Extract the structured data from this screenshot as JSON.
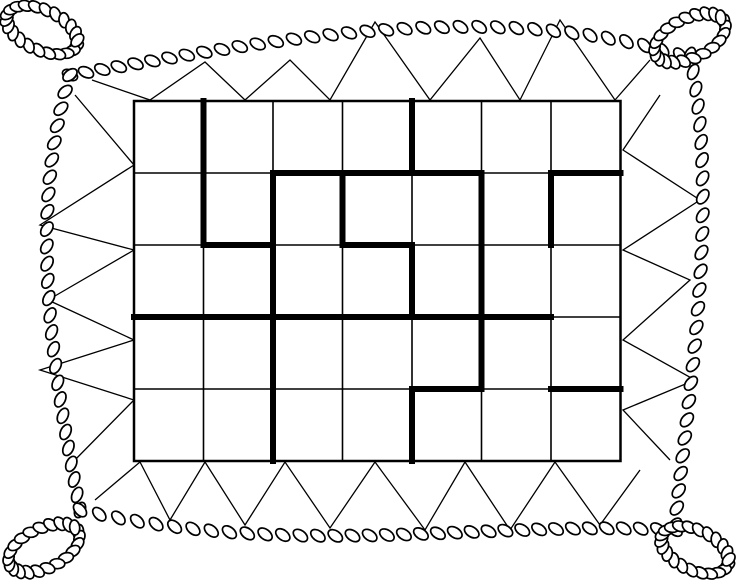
{
  "puzzle": {
    "type": "grid-region-puzzle",
    "rows": 5,
    "cols": 7,
    "line_color": "#000000",
    "background_color": "#ffffff",
    "thick_horizontal_segments": [
      {
        "row_boundary": 1,
        "col": 2
      },
      {
        "row_boundary": 1,
        "col": 3
      },
      {
        "row_boundary": 1,
        "col": 4
      },
      {
        "row_boundary": 1,
        "col": 6
      },
      {
        "row_boundary": 2,
        "col": 1
      },
      {
        "row_boundary": 2,
        "col": 3
      },
      {
        "row_boundary": 3,
        "col": 0
      },
      {
        "row_boundary": 3,
        "col": 1
      },
      {
        "row_boundary": 3,
        "col": 2
      },
      {
        "row_boundary": 3,
        "col": 3
      },
      {
        "row_boundary": 3,
        "col": 4
      },
      {
        "row_boundary": 3,
        "col": 5
      },
      {
        "row_boundary": 4,
        "col": 4
      },
      {
        "row_boundary": 4,
        "col": 6
      }
    ],
    "thick_vertical_segments": [
      {
        "col_boundary": 1,
        "row": 0
      },
      {
        "col_boundary": 1,
        "row": 1
      },
      {
        "col_boundary": 2,
        "row": 1
      },
      {
        "col_boundary": 2,
        "row": 2
      },
      {
        "col_boundary": 2,
        "row": 3
      },
      {
        "col_boundary": 2,
        "row": 4
      },
      {
        "col_boundary": 3,
        "row": 1
      },
      {
        "col_boundary": 4,
        "row": 0
      },
      {
        "col_boundary": 4,
        "row": 2
      },
      {
        "col_boundary": 4,
        "row": 4
      },
      {
        "col_boundary": 5,
        "row": 1
      },
      {
        "col_boundary": 5,
        "row": 2
      },
      {
        "col_boundary": 5,
        "row": 3
      },
      {
        "col_boundary": 6,
        "row": 1
      }
    ]
  }
}
